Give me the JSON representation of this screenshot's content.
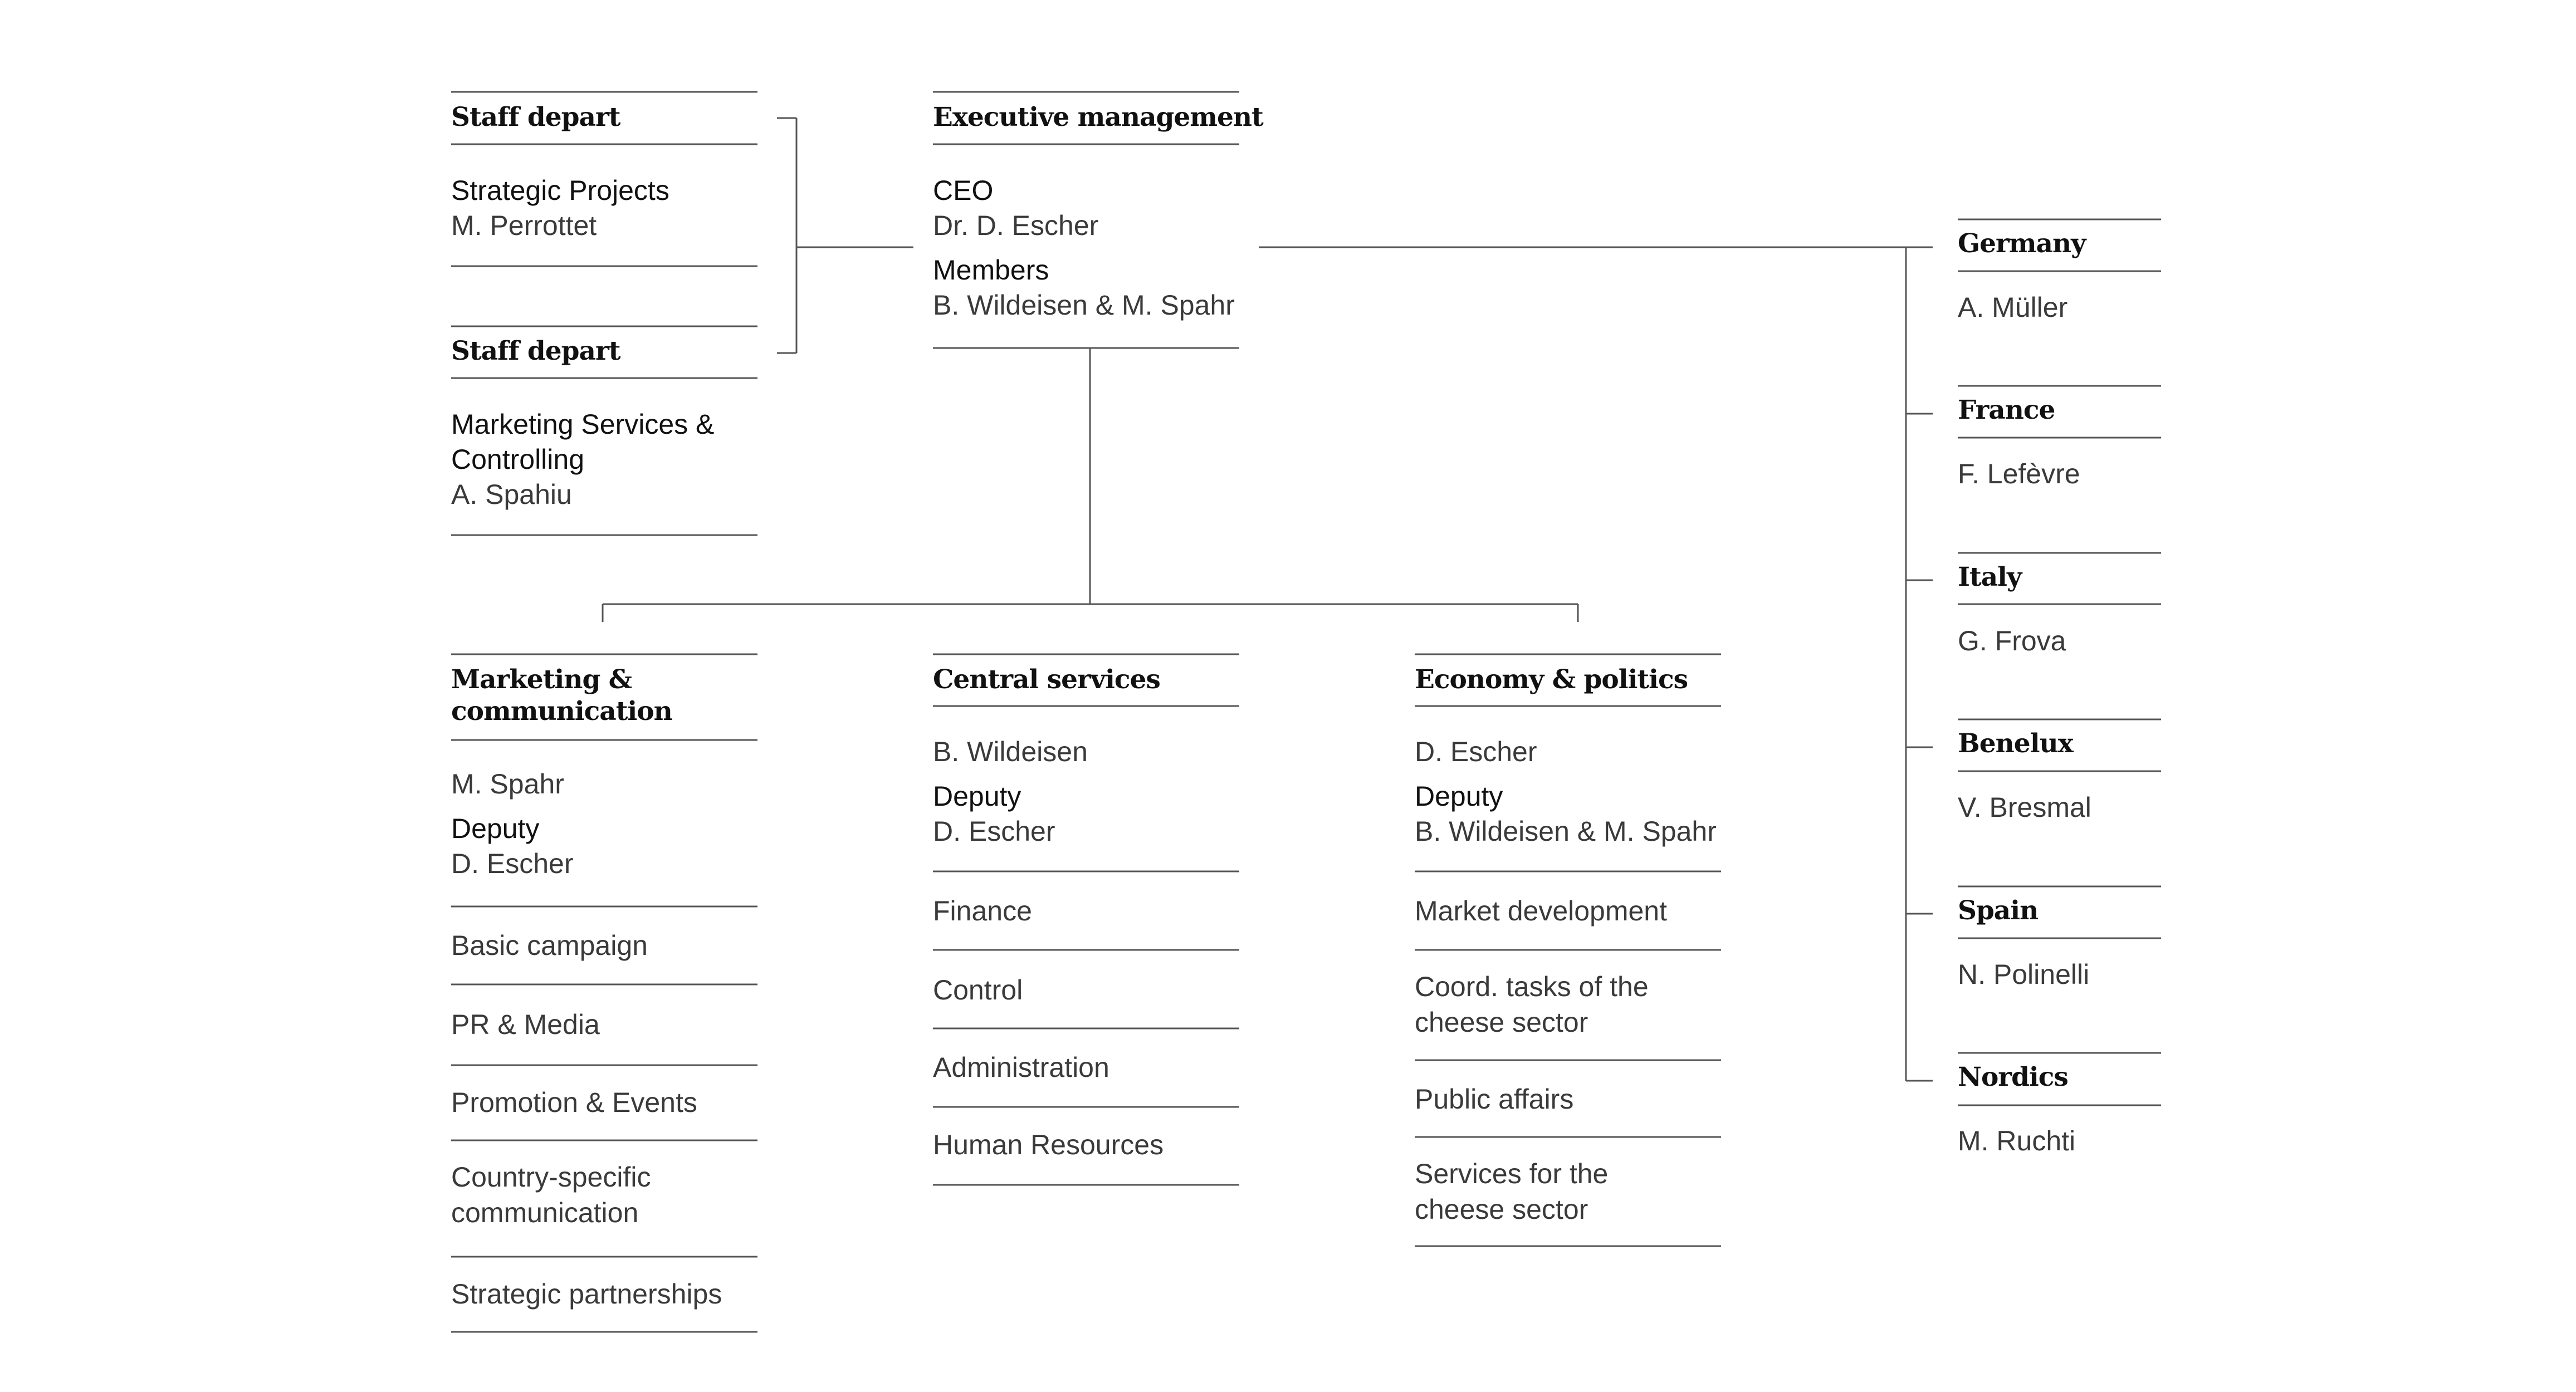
{
  "staff_1": {
    "title": "Staff depart",
    "lines": [
      "Strategic Projects",
      "M. Perrottet"
    ]
  },
  "staff_2": {
    "title": "Staff depart",
    "lines": [
      "Marketing Services &",
      "Controlling",
      "A. Spahiu"
    ]
  },
  "executive": {
    "title": "Executive management",
    "ceo_label": "CEO",
    "ceo_name": "Dr. D. Escher",
    "members_label": "Members",
    "members_names": "B. Wildeisen & M. Spahr"
  },
  "marketing": {
    "title_lines": [
      "Marketing &",
      "communication"
    ],
    "head": "M. Spahr",
    "deputy_label": "Deputy",
    "deputy": "D. Escher",
    "items": [
      "Basic campaign",
      "PR & Media",
      "Promotion & Events",
      "Country-specific communication",
      "Strategic partnerships"
    ]
  },
  "central": {
    "title": "Central services",
    "head": "B. Wildeisen",
    "deputy_label": "Deputy",
    "deputy": "D. Escher",
    "items": [
      "Finance",
      "Control",
      "Administration",
      "Human Resources"
    ]
  },
  "economy": {
    "title": "Economy & politics",
    "head": "D. Escher",
    "deputy_label": "Deputy",
    "deputy": "B. Wildeisen & M. Spahr",
    "items": [
      "Market development",
      "Coord. tasks of the cheese sector",
      "Public affairs",
      "Services for the cheese sector"
    ]
  },
  "countries": [
    {
      "name": "Germany",
      "person": "A. Müller"
    },
    {
      "name": "France",
      "person": "F. Lefèvre"
    },
    {
      "name": "Italy",
      "person": "G. Frova"
    },
    {
      "name": "Benelux",
      "person": "V. Bresmal"
    },
    {
      "name": "Spain",
      "person": "N. Polinelli"
    },
    {
      "name": "Nordics",
      "person": "M. Ruchti"
    }
  ]
}
